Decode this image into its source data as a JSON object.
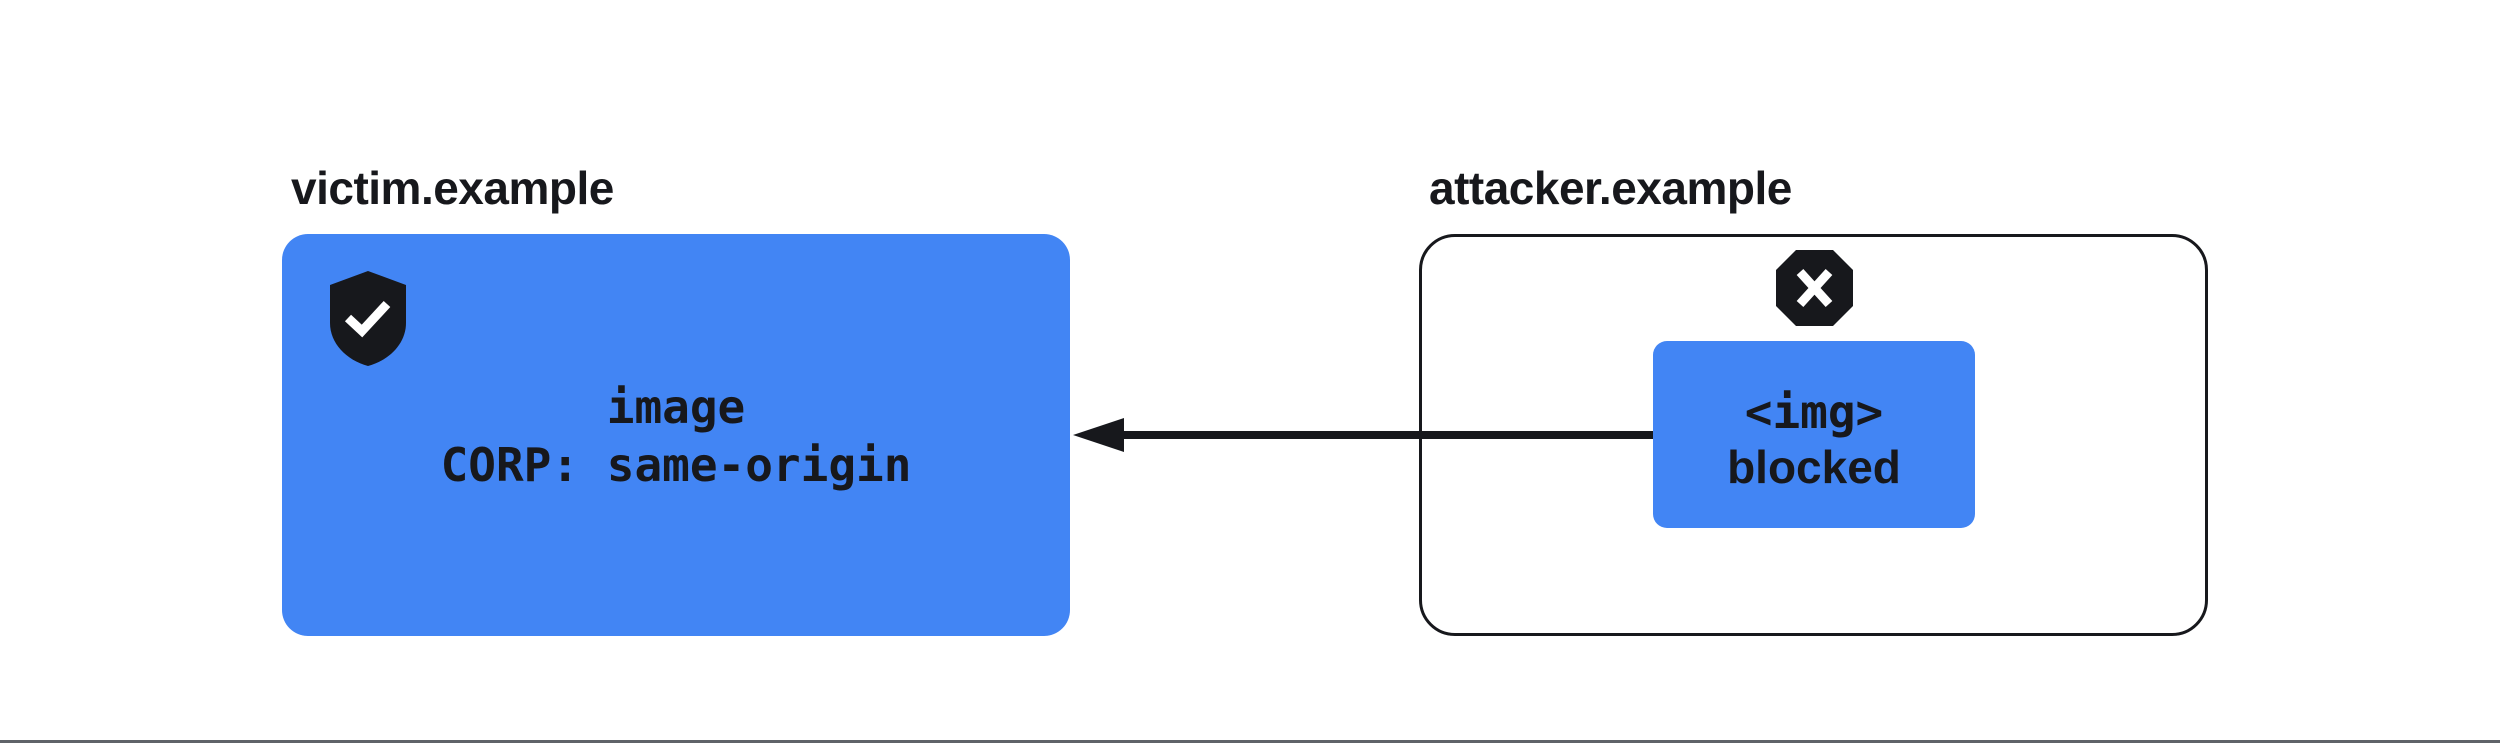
{
  "victim": {
    "origin_label": "victim.example",
    "resource": "image",
    "header": "CORP: same-origin",
    "icon": "shield-check-icon"
  },
  "attacker": {
    "origin_label": "attacker.example",
    "element": "<img>",
    "status": "blocked",
    "icon": "blocked-octagon-x-icon"
  },
  "colors": {
    "box_fill": "#4285f4",
    "ink": "#17181c"
  }
}
